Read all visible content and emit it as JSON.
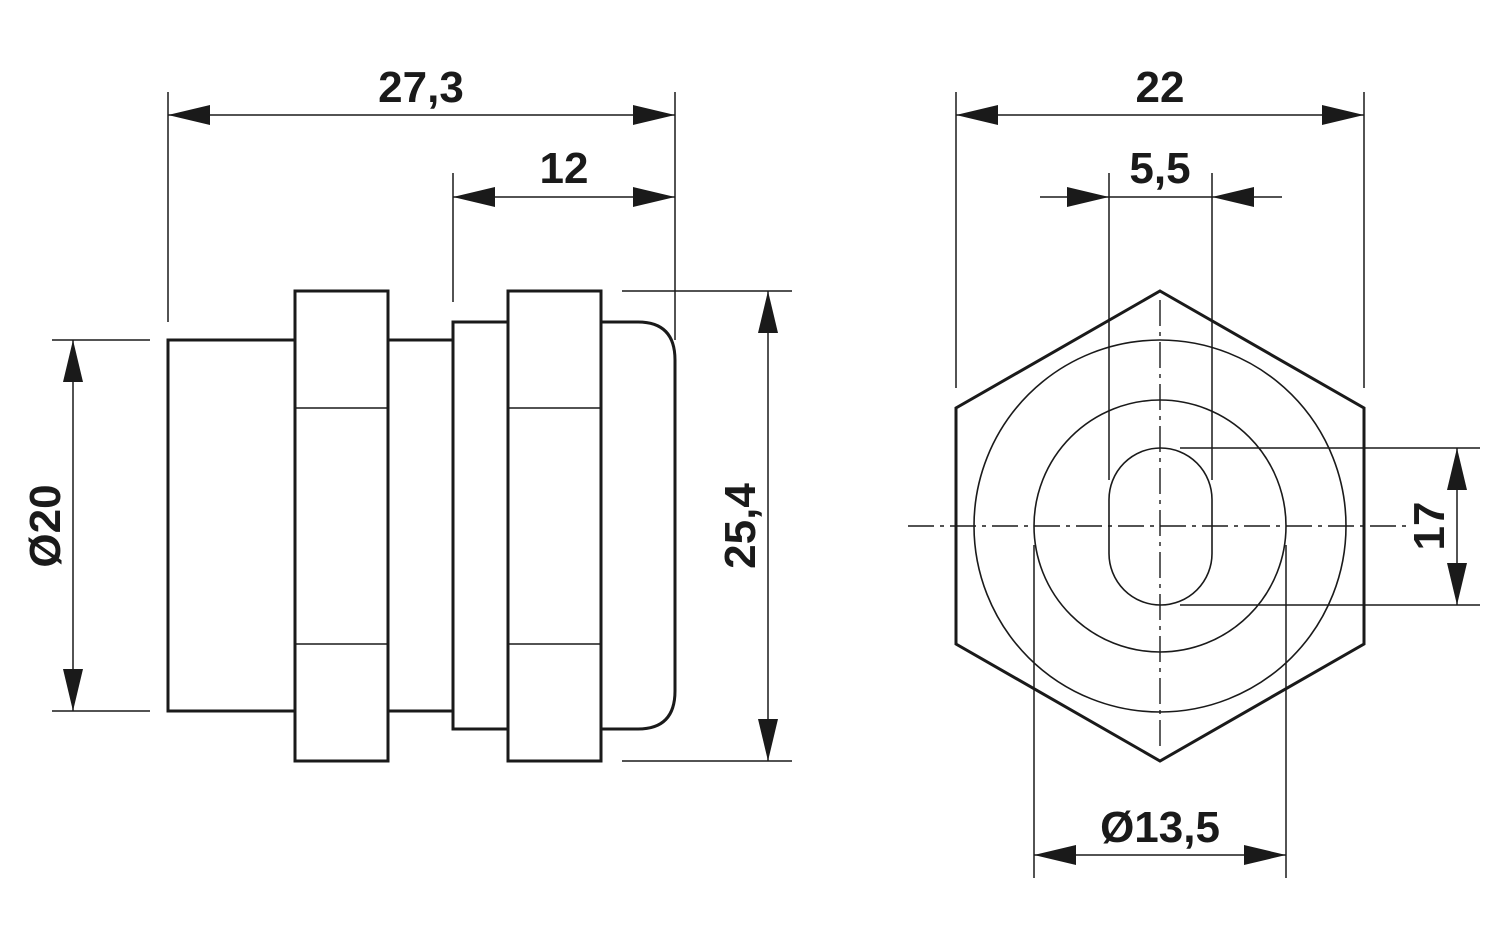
{
  "side_view": {
    "dimensions": {
      "overall_length": "27,3",
      "cap_length": "12",
      "thread_diameter": "Ø20",
      "across_corners": "25,4"
    }
  },
  "front_view": {
    "dimensions": {
      "across_flats": "22",
      "slot_width": "5,5",
      "slot_length": "17",
      "seal_diameter": "Ø13,5"
    }
  }
}
